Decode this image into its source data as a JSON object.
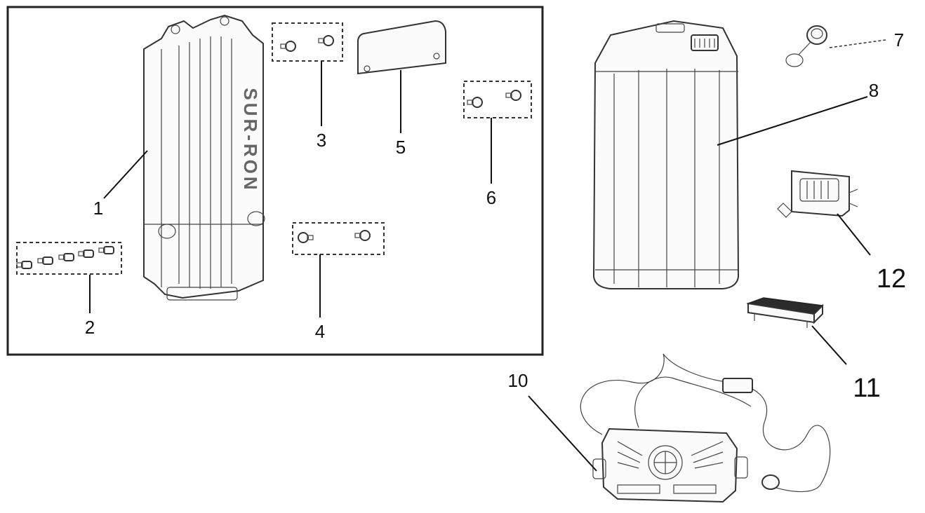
{
  "callouts": {
    "c1": "1",
    "c2": "2",
    "c3": "3",
    "c4": "4",
    "c5": "5",
    "c6": "6",
    "c7": "7",
    "c8": "8",
    "c10": "10",
    "c11": "11",
    "c12": "12"
  },
  "brand_mark": "SUR-RON",
  "colors": {
    "line": "#333333",
    "background": "#ffffff"
  }
}
